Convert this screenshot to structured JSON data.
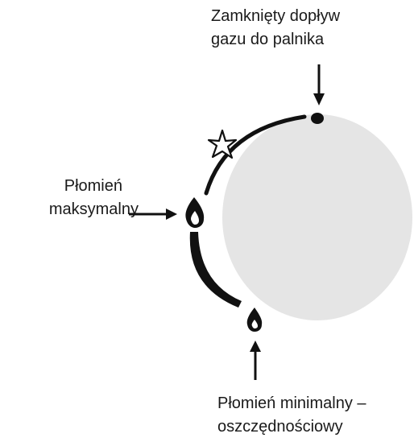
{
  "labels": {
    "off": [
      "Zamknięty dopływ",
      "gazu do palnika"
    ],
    "max": [
      "Płomień",
      "maksymalny"
    ],
    "min": [
      "Płomień minimalny –",
      "oszczędnościowy"
    ]
  },
  "icons": {
    "off_position": "dot-icon",
    "ignition": "spark-star-icon",
    "max_flame": "large-flame-icon",
    "min_flame": "small-flame-icon",
    "knob": "knob-circle"
  },
  "colors": {
    "knob_fill": "#e5e5e5",
    "ink": "#111111",
    "text": "#1a1a1a"
  }
}
